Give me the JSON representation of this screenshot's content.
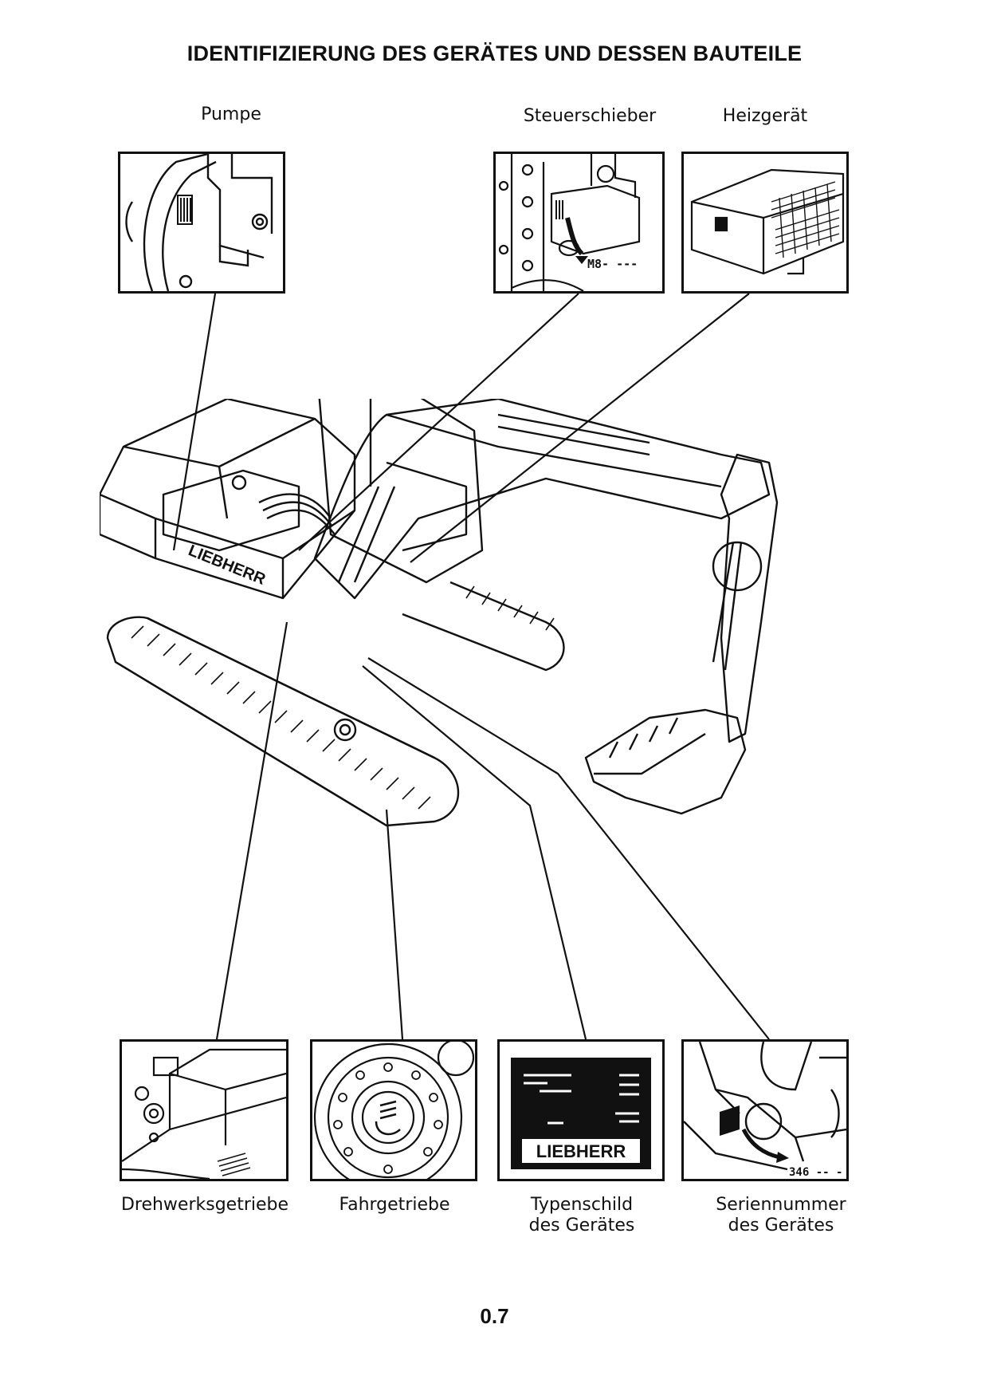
{
  "document": {
    "title": "IDENTIFIZIERUNG DES GERÄTES UND DESSEN BAUTEILE",
    "page_number": "0.7"
  },
  "components": {
    "pumpe": {
      "label": "Pumpe",
      "icon": "pump-detail-icon"
    },
    "steuerschieber": {
      "label": "Steuerschieber",
      "icon": "control-valve-detail-icon",
      "marking": "M8- ---"
    },
    "heizgeraet": {
      "label": "Heizgerät",
      "icon": "heater-detail-icon"
    },
    "drehwerksgetriebe": {
      "label": "Drehwerksgetriebe",
      "icon": "swing-gear-detail-icon"
    },
    "fahrgetriebe": {
      "label": "Fahrgetriebe",
      "icon": "travel-gear-detail-icon"
    },
    "typenschild": {
      "label_line1": "Typenschild",
      "label_line2": "des Gerätes",
      "icon": "type-plate-detail-icon",
      "plate_text": "LIEBHERR"
    },
    "seriennummer": {
      "label_line1": "Seriennummer",
      "label_line2": "des Gerätes",
      "icon": "serial-number-detail-icon",
      "marking": "346 -- -"
    }
  },
  "machine": {
    "icon": "excavator-illustration-icon",
    "brand_text": "LIEBHERR"
  },
  "colors": {
    "ink": "#111111",
    "paper": "#ffffff"
  }
}
